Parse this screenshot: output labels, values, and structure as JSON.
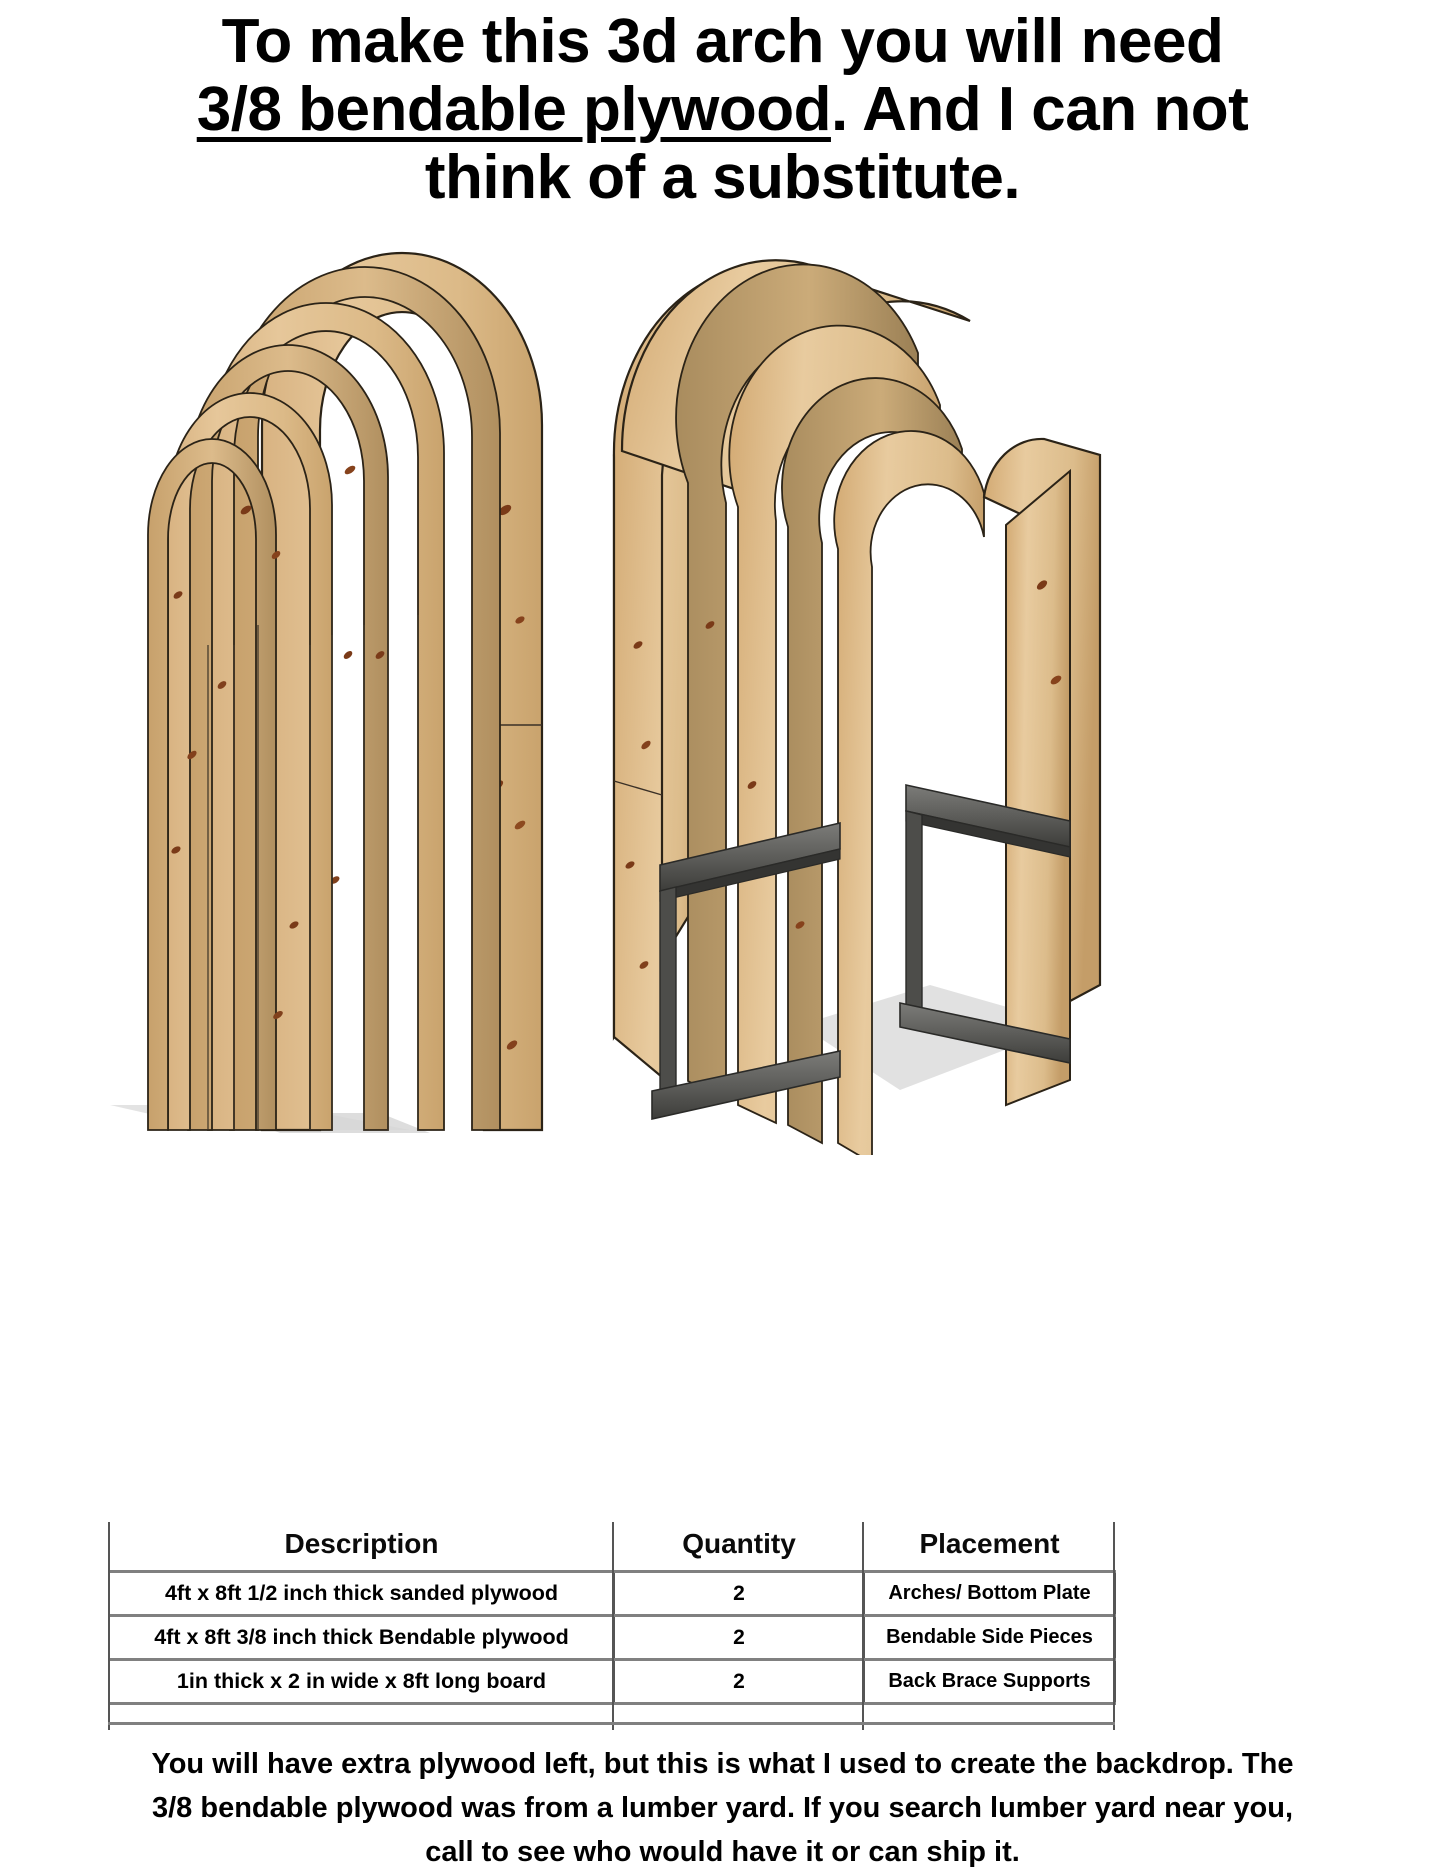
{
  "title": {
    "line1": "To make this 3d arch you will need",
    "line2_underlined": "3/8 bendable plywood",
    "line2_rest": ". And I can not",
    "line3": "think of a substitute."
  },
  "illustration": {
    "left_view_name": "front-view-layered-arch",
    "right_view_name": "rear-view-arch-with-braces",
    "colors": {
      "wood_light": "#e3c18e",
      "wood_mid": "#d2ab73",
      "wood_dark": "#b8925c",
      "wood_shadow": "#8a7350",
      "knot": "#7a3a18",
      "outline": "#2b2317",
      "brace_gray": "#5f5f5d",
      "brace_dark": "#3a3a38",
      "floor_shadow": "#d9d9d9"
    }
  },
  "table": {
    "headers": {
      "description": "Description",
      "quantity": "Quantity",
      "placement": "Placement"
    },
    "rows": [
      {
        "description": "4ft x 8ft  1/2 inch thick sanded plywood",
        "quantity": "2",
        "placement": "Arches/ Bottom Plate"
      },
      {
        "description": "4ft x 8ft  3/8 inch thick Bendable plywood",
        "quantity": "2",
        "placement": "Bendable Side Pieces"
      },
      {
        "description": "1in thick x 2 in wide x 8ft long board",
        "quantity": "2",
        "placement": "Back Brace Supports"
      }
    ]
  },
  "footer": {
    "line1": "You will have extra plywood left, but this is what I used to create the backdrop. The",
    "line2": "3/8 bendable plywood was from a lumber yard. If you search lumber yard near you,",
    "line3": "call to see who would have it or can ship it."
  }
}
